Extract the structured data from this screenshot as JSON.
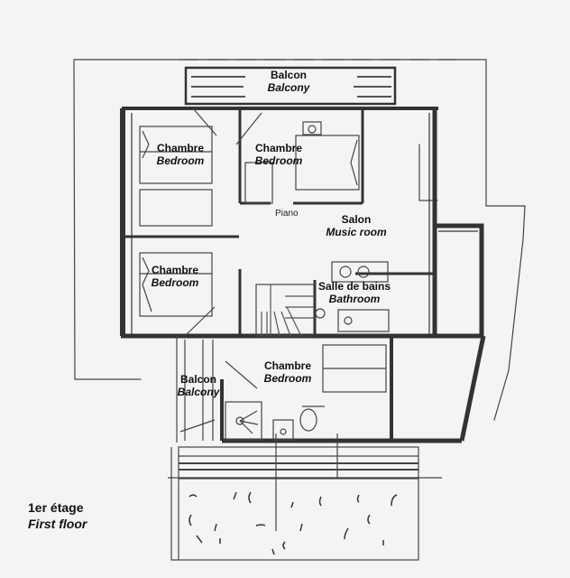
{
  "floor": {
    "title_fr": "1er étage",
    "title_en": "First floor"
  },
  "rooms": [
    {
      "id": "balcony-top",
      "fr": "Balcon",
      "en": "Balcony"
    },
    {
      "id": "bedroom-top-left",
      "fr": "Chambre",
      "en": "Bedroom"
    },
    {
      "id": "bedroom-top-center",
      "fr": "Chambre",
      "en": "Bedroom"
    },
    {
      "id": "music-room",
      "fr": "Salon",
      "en": "Music room"
    },
    {
      "id": "bedroom-mid-left",
      "fr": "Chambre",
      "en": "Bedroom"
    },
    {
      "id": "bathroom",
      "fr": "Salle de bains",
      "en": "Bathroom"
    },
    {
      "id": "bedroom-bottom",
      "fr": "Chambre",
      "en": "Bedroom"
    },
    {
      "id": "balcony-bottom",
      "fr": "Balcon",
      "en": "Balcony"
    }
  ],
  "annotations": {
    "piano": "Piano"
  },
  "colors": {
    "paper": "#f4f4f4",
    "wall": "#333333",
    "line": "#444444"
  }
}
